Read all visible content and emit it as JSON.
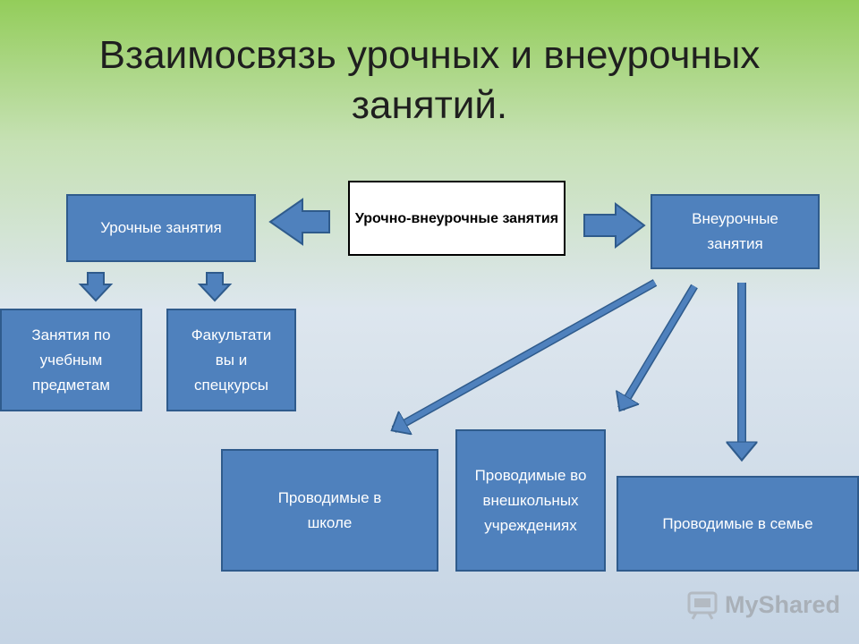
{
  "title": {
    "line1": "Взаимосвязь урочных и внеурочных",
    "line2": "занятий."
  },
  "boxes": {
    "center": "Урочно-внеурочные занятия",
    "lesson": "Урочные занятия",
    "extracurricular": "Внеурочные занятия",
    "subjects": "Занятия по учебным предметам",
    "electives": "Факультати вы и спецкурсы",
    "school": "Проводимые в школе",
    "outside": "Проводимые во внешкольных учреждениях",
    "family": "Проводимые в семье"
  },
  "colors": {
    "box_fill": "#4f81bd",
    "box_border": "#2f5b8c",
    "center_fill": "#ffffff"
  },
  "watermark": {
    "text": "MyShared",
    "icon": "projector-icon"
  }
}
